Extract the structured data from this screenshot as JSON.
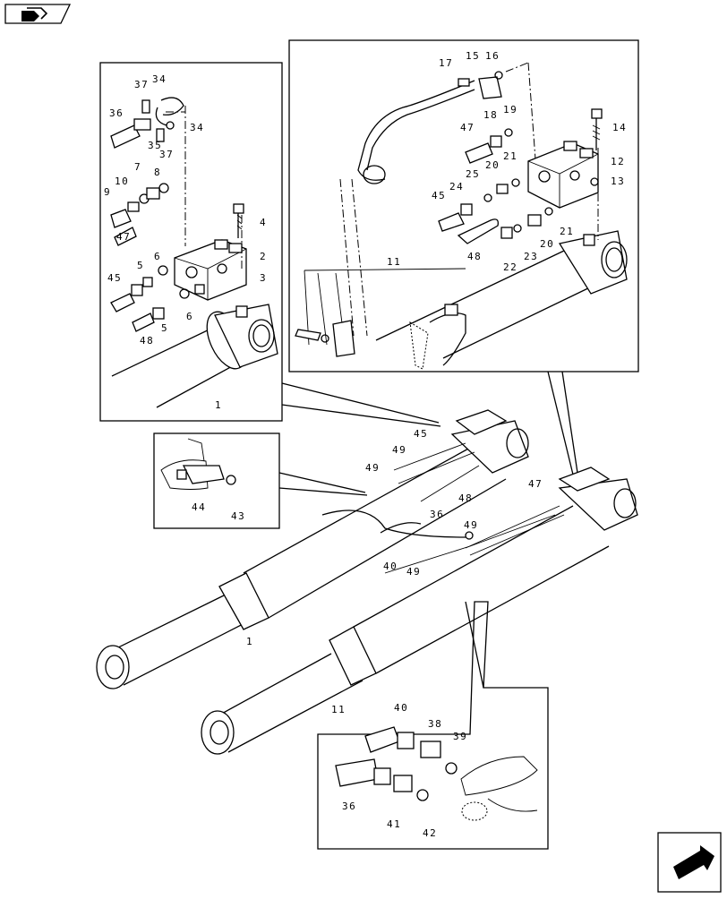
{
  "diagram": {
    "callouts": {
      "c1a": "1",
      "c1b": "1",
      "c2": "2",
      "c3": "3",
      "c4": "4",
      "c5a": "5",
      "c5b": "5",
      "c6a": "6",
      "c6b": "6",
      "c7": "7",
      "c8": "8",
      "c9": "9",
      "c10": "10",
      "c11a": "11",
      "c11b": "11",
      "c12": "12",
      "c13": "13",
      "c14": "14",
      "c15": "15",
      "c16": "16",
      "c17": "17",
      "c18": "18",
      "c19": "19",
      "c20a": "20",
      "c20b": "20",
      "c21a": "21",
      "c21b": "21",
      "c22": "22",
      "c23": "23",
      "c24": "24",
      "c25": "25",
      "c34a": "34",
      "c34b": "34",
      "c35": "35",
      "c36a": "36",
      "c36b": "36",
      "c36c": "36",
      "c37a": "37",
      "c37b": "37",
      "c38": "38",
      "c39": "39",
      "c40a": "40",
      "c40b": "40",
      "c41": "41",
      "c42": "42",
      "c43": "43",
      "c44": "44",
      "c45a": "45",
      "c45b": "45",
      "c45c": "45",
      "c47a": "47",
      "c47b": "47",
      "c47c": "47",
      "c48a": "48",
      "c48b": "48",
      "c48c": "48",
      "c49a": "49",
      "c49b": "49",
      "c49c": "49",
      "c49d": "49"
    },
    "icons": {
      "top_left": "book-navigation-icon",
      "bottom_right": "next-page-arrow-icon"
    }
  }
}
